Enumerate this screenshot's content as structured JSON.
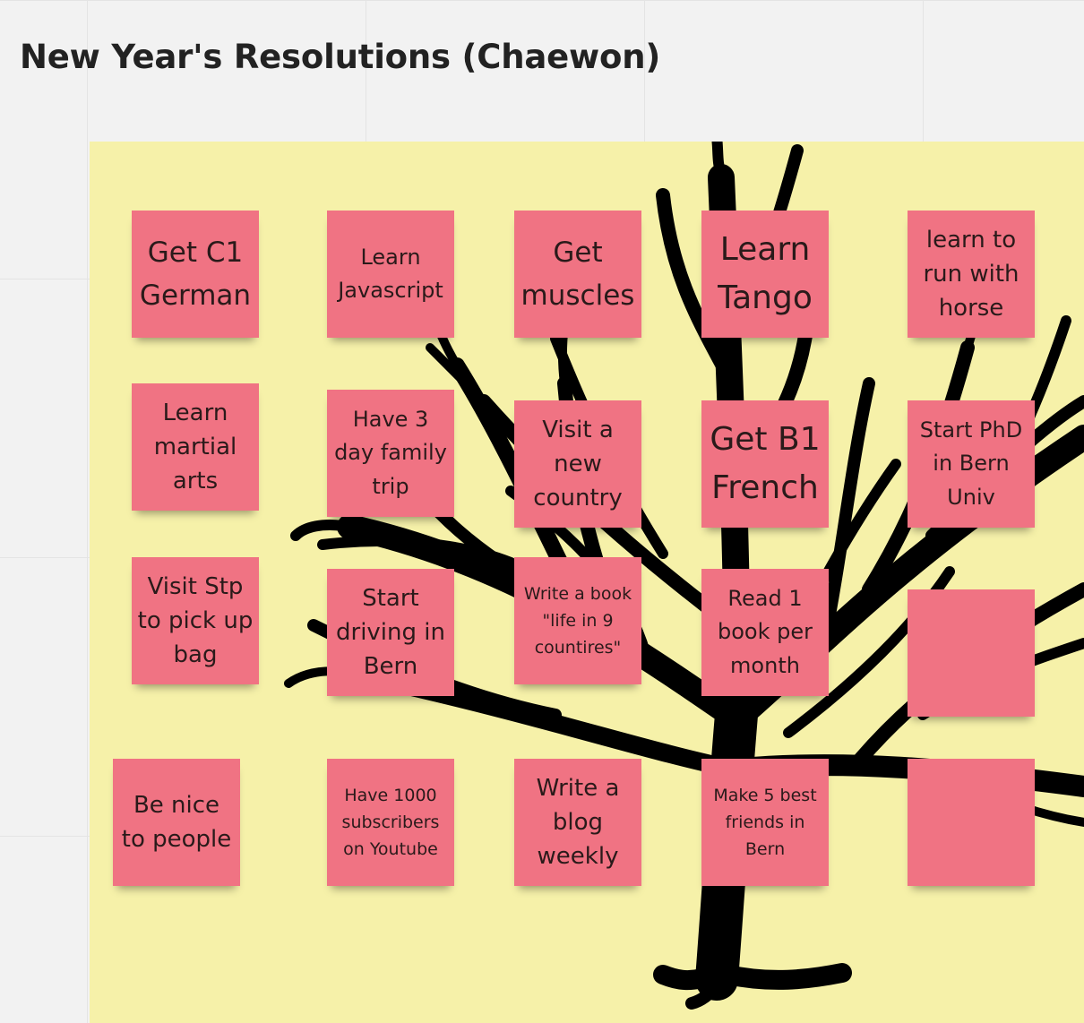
{
  "board": {
    "title": "New Year's Resolutions (Chaewon)"
  },
  "colors": {
    "canvas": "#f2f2f2",
    "frame": "#f6f1a9",
    "sticky_note": "#f07383",
    "tree": "#000000"
  },
  "notes": {
    "get_c1_german": "Get C1 German",
    "learn_javascript": "Learn Javascript",
    "get_muscles": "Get muscles",
    "learn_tango": "Learn Tango",
    "learn_run_horse": "learn to run with horse",
    "learn_martial_arts": "Learn martial arts",
    "family_trip": "Have 3 day family trip",
    "visit_new_country": "Visit a new country",
    "get_b1_french": "Get B1 French",
    "start_phd": "Start PhD in Bern Univ",
    "visit_stp": "Visit Stp to pick up bag",
    "start_driving": "Start driving in Bern",
    "write_book": "Write a book \"life in 9 countires\"",
    "read_book": "Read 1 book per month",
    "empty_1": "",
    "be_nice": "Be nice to people",
    "youtube": "Have 1000 subscribers on Youtube",
    "write_blog": "Write a blog weekly",
    "best_friends": "Make 5 best friends in Bern",
    "empty_2": ""
  }
}
